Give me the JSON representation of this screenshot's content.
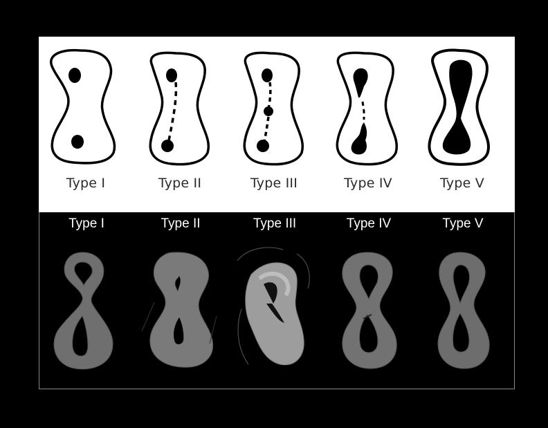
{
  "panels": {
    "top": {
      "style": "line drawing",
      "labels": [
        "Type I",
        "Type II",
        "Type III",
        "Type IV",
        "Type V"
      ]
    },
    "bottom": {
      "style": "grayscale 3D renderings",
      "labels": [
        "Type I",
        "Type II",
        "Type III",
        "Type IV",
        "Type V"
      ]
    }
  },
  "colors": {
    "background": "#000000",
    "top_panel": "#ffffff",
    "ink": "#000000",
    "rendering_gray": "#6f6f6f",
    "rendering_light": "#9d9d9d",
    "bottom_frame": "#8a8a8a"
  }
}
